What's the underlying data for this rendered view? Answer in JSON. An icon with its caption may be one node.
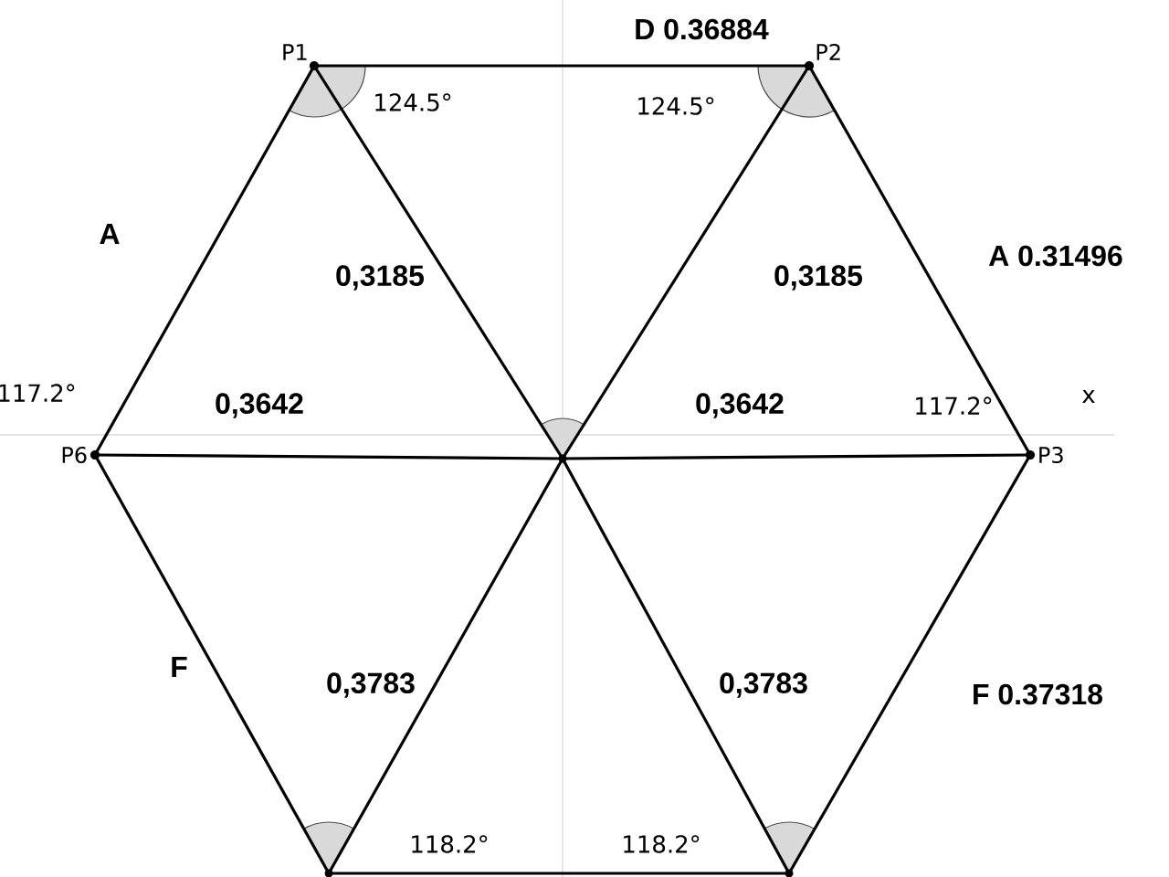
{
  "diagram": {
    "nodes": [
      {
        "text": [
          "P1"
        ],
        "beside": [
          "124.5°"
        ]
      },
      {
        "text": [
          "P2"
        ],
        "beside": [
          "124.5°"
        ]
      },
      {
        "text": [
          "P6"
        ],
        "beside": [
          "117.2°"
        ]
      },
      {
        "text": [],
        "shape": "circle"
      },
      {
        "text": [
          "P3"
        ],
        "beside": [
          "117.2°"
        ]
      },
      {
        "text": [],
        "shape": "circle",
        "beside": [
          "118.2°"
        ]
      },
      {
        "text": [],
        "shape": "circle",
        "beside": [
          "118.2°"
        ]
      }
    ],
    "edges": [
      {
        "from": 0,
        "to": 1,
        "arrow": "none",
        "label": "D 0.36884"
      },
      {
        "from": 0,
        "to": 2,
        "arrow": "none",
        "label": "A"
      },
      {
        "from": 0,
        "to": 3,
        "arrow": "none",
        "label": "0,3185"
      },
      {
        "from": 1,
        "to": 3,
        "arrow": "none",
        "label": "0,3185"
      },
      {
        "from": 1,
        "to": 4,
        "arrow": "none",
        "label": "A 0.31496"
      },
      {
        "from": 2,
        "to": 3,
        "arrow": "none",
        "label": "0,3642"
      },
      {
        "from": 3,
        "to": 4,
        "arrow": "none",
        "label": "0,3642"
      },
      {
        "from": 2,
        "to": 5,
        "arrow": "none",
        "label": "F"
      },
      {
        "from": 3,
        "to": 5,
        "arrow": "none",
        "label": "0,3783"
      },
      {
        "from": 3,
        "to": 6,
        "arrow": "none",
        "label": "0,3783"
      },
      {
        "from": 4,
        "to": 6,
        "arrow": "none",
        "label": "F 0.37318"
      },
      {
        "from": 5,
        "to": 6,
        "arrow": "none"
      }
    ],
    "labels": [
      "x"
    ]
  }
}
